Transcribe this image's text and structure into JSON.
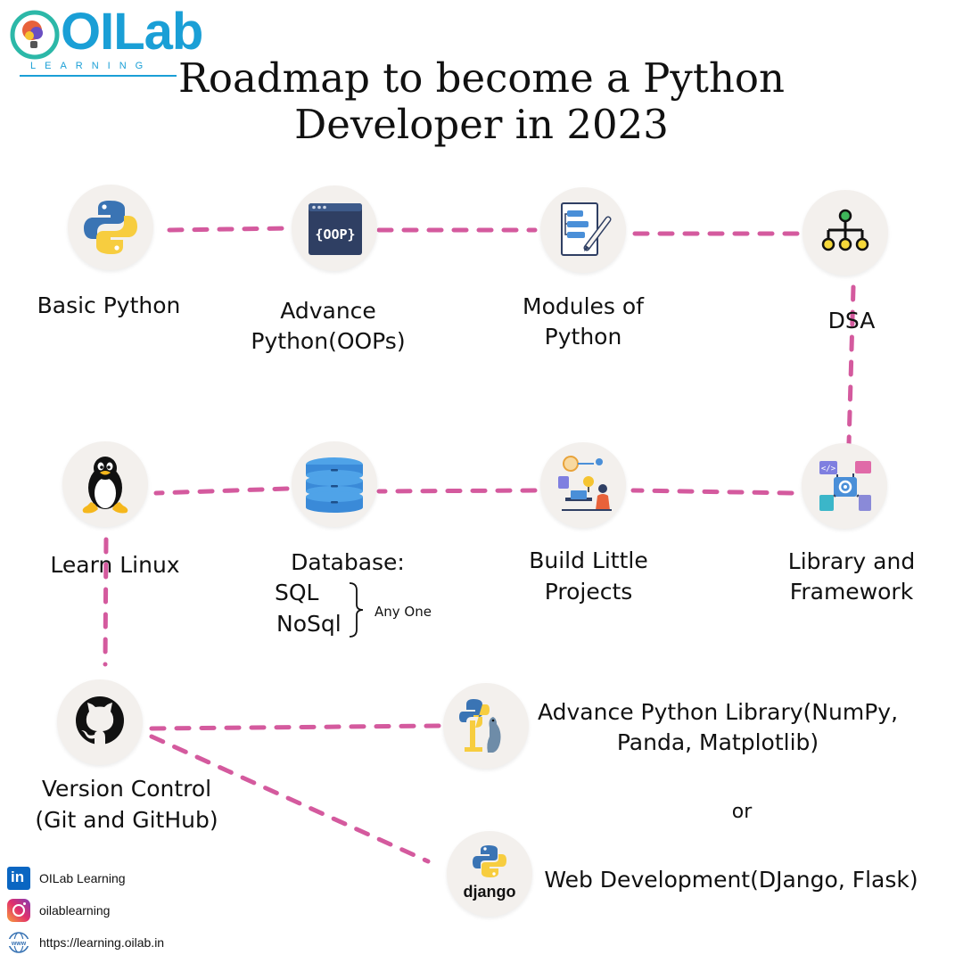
{
  "brand": {
    "name": "OILab",
    "sub": "LEARNING"
  },
  "title": {
    "line1": "Roadmap to become a Python",
    "line2": "Developer in 2023"
  },
  "nodes": {
    "basic_python": {
      "icon": "python-icon",
      "label": "Basic Python"
    },
    "advance_python": {
      "icon": "oop-icon",
      "icon_text": "{OOP}",
      "line1": "Advance",
      "line2": "Python(OOPs)"
    },
    "modules": {
      "icon": "modules-document-icon",
      "line1": "Modules of",
      "line2": "Python"
    },
    "dsa": {
      "icon": "tree-structure-icon",
      "label": "DSA"
    },
    "library_framework": {
      "icon": "library-framework-icon",
      "line1": "Library and",
      "line2": "Framework"
    },
    "little_projects": {
      "icon": "projects-icon",
      "line1": "Build Little",
      "line2": "Projects"
    },
    "database": {
      "icon": "database-icon",
      "label": "Database:",
      "options": [
        "SQL",
        "NoSql"
      ],
      "note": "Any One"
    },
    "linux": {
      "icon": "linux-penguin-icon",
      "label": "Learn Linux"
    },
    "version_control": {
      "icon": "github-icon",
      "line1": "Version Control",
      "line2": "(Git and GitHub)"
    },
    "adv_library": {
      "icon": "python-library-icon",
      "line1": "Advance Python Library(NumPy,",
      "line2": "Panda, Matplotlib)"
    },
    "web_dev": {
      "icon": "django-icon",
      "icon_text": "django",
      "label": "Web Development(DJango, Flask)"
    }
  },
  "or_text": "or",
  "social": [
    {
      "icon": "linkedin-icon",
      "icon_text": "in",
      "label": "OILab Learning"
    },
    {
      "icon": "instagram-icon",
      "label": "oilablearning"
    },
    {
      "icon": "globe-icon",
      "icon_text": "www",
      "label": "https://learning.oilab.in"
    }
  ],
  "colors": {
    "dash": "#d45a9e",
    "brand": "#1a9fd6",
    "node_bg": "#f3f0ed"
  }
}
